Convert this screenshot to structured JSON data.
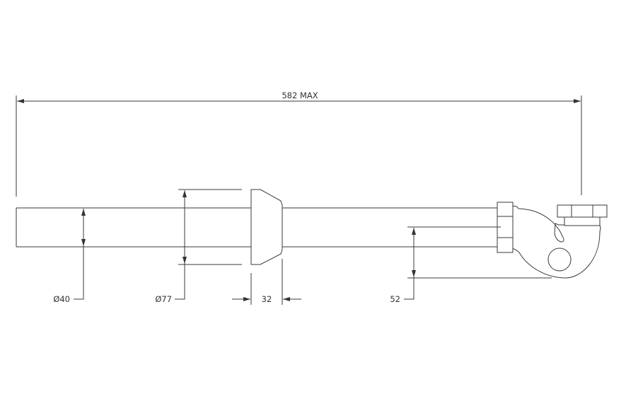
{
  "dimensions": {
    "overall_length": "582 MAX",
    "pipe_diameter": "Ø40",
    "collar_diameter": "Ø77",
    "collar_width": "32",
    "trap_offset": "52"
  },
  "colors": {
    "line": "#3a3a3a",
    "background": "#ffffff"
  }
}
